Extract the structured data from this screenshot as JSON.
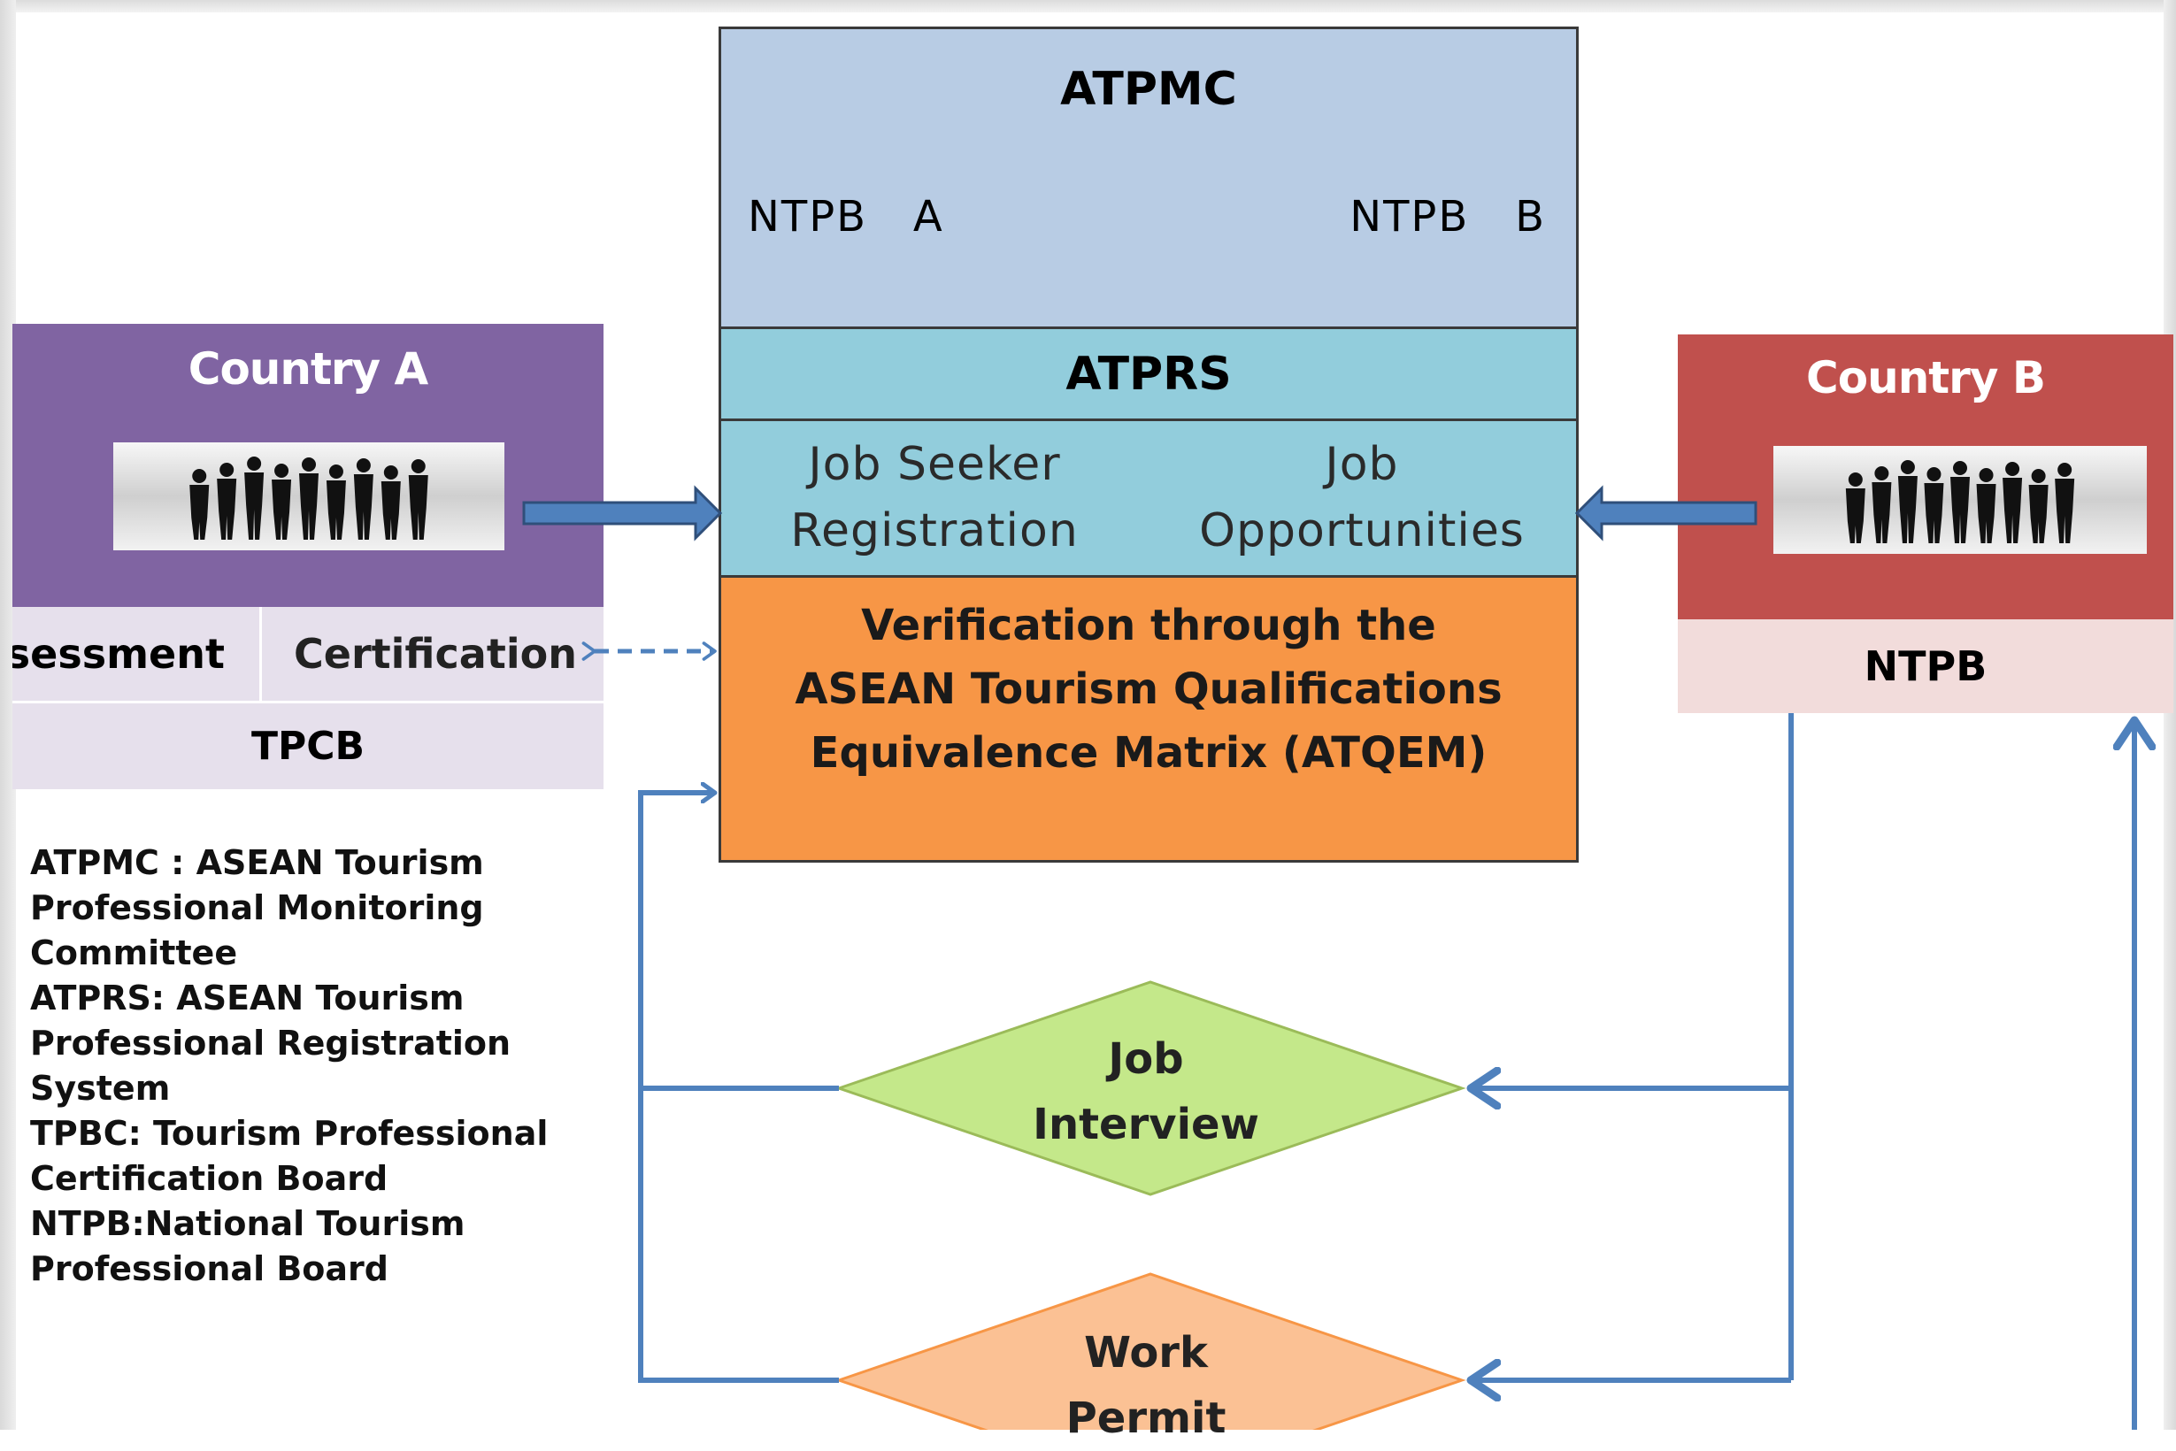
{
  "atpmc": {
    "title": "ATPMC",
    "left": "NTPB   A",
    "right": "NTPB   B"
  },
  "atprs": {
    "title": "ATPRS",
    "job_seeker": [
      "Job Seeker",
      "Registration"
    ],
    "job_opportunities": [
      "Job",
      "Opportunities"
    ]
  },
  "verification": [
    "Verification through the",
    "ASEAN Tourism Qualifications",
    "Equivalence Matrix (ATQEM)"
  ],
  "country_a": {
    "title": "Country A",
    "assessment": "sessment",
    "certification": "Certification",
    "board": "TPCB"
  },
  "country_b": {
    "title": "Country B",
    "board": "NTPB"
  },
  "legend": [
    "ATPMC : ASEAN Tourism",
    "Professional Monitoring",
    "Committee",
    "ATPRS: ASEAN Tourism",
    "Professional Registration",
    "System",
    "TPBC: Tourism Professional",
    "Certification Board",
    "NTPB:National Tourism",
    "Professional Board"
  ],
  "decisions": {
    "job_interview": [
      "Job",
      "Interview"
    ],
    "work_permit": [
      "Work",
      "Permit"
    ]
  },
  "colors": {
    "atpmc": "#b8cce4",
    "atprs": "#92cddc",
    "verification": "#f79646",
    "country_a": "#8064a2",
    "country_a_light": "#e6e0ec",
    "country_b": "#c0504d",
    "country_b_light": "#f2dcdb",
    "job_interview": "#c4e88a",
    "work_permit": "#fbc194",
    "arrow": "#4f81bd"
  },
  "icons": {
    "people": "people-silhouette-icon"
  }
}
